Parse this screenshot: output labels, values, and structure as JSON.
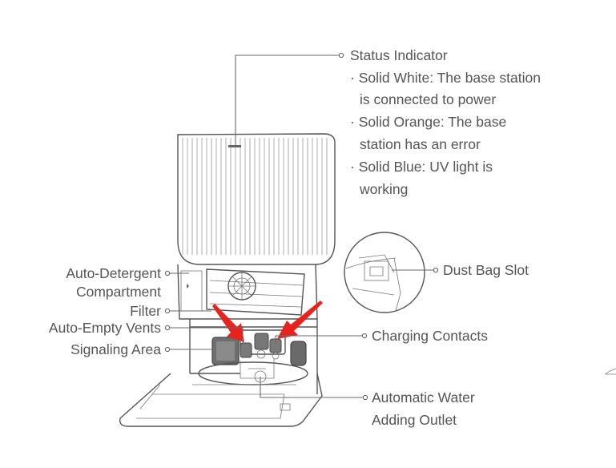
{
  "labels": {
    "status_indicator": "Status Indicator",
    "status_line1": "· Solid White: The base station",
    "status_line2": "is connected to power",
    "status_line3": "· Solid Orange: The base",
    "status_line4": "station has an error",
    "status_line5": "· Solid Blue: UV light is",
    "status_line6": "working",
    "dust_bag_slot": "Dust Bag Slot",
    "auto_detergent_1": "Auto-Detergent",
    "auto_detergent_2": "Compartment",
    "filter": "Filter",
    "auto_empty_vents": "Auto-Empty Vents",
    "signaling_area": "Signaling Area",
    "charging_contacts": "Charging Contacts",
    "water_outlet_1": "Automatic Water",
    "water_outlet_2": "Adding Outlet"
  },
  "colors": {
    "text": "#555555",
    "line": "#6a6a6a",
    "arrow": "#e8231e"
  }
}
